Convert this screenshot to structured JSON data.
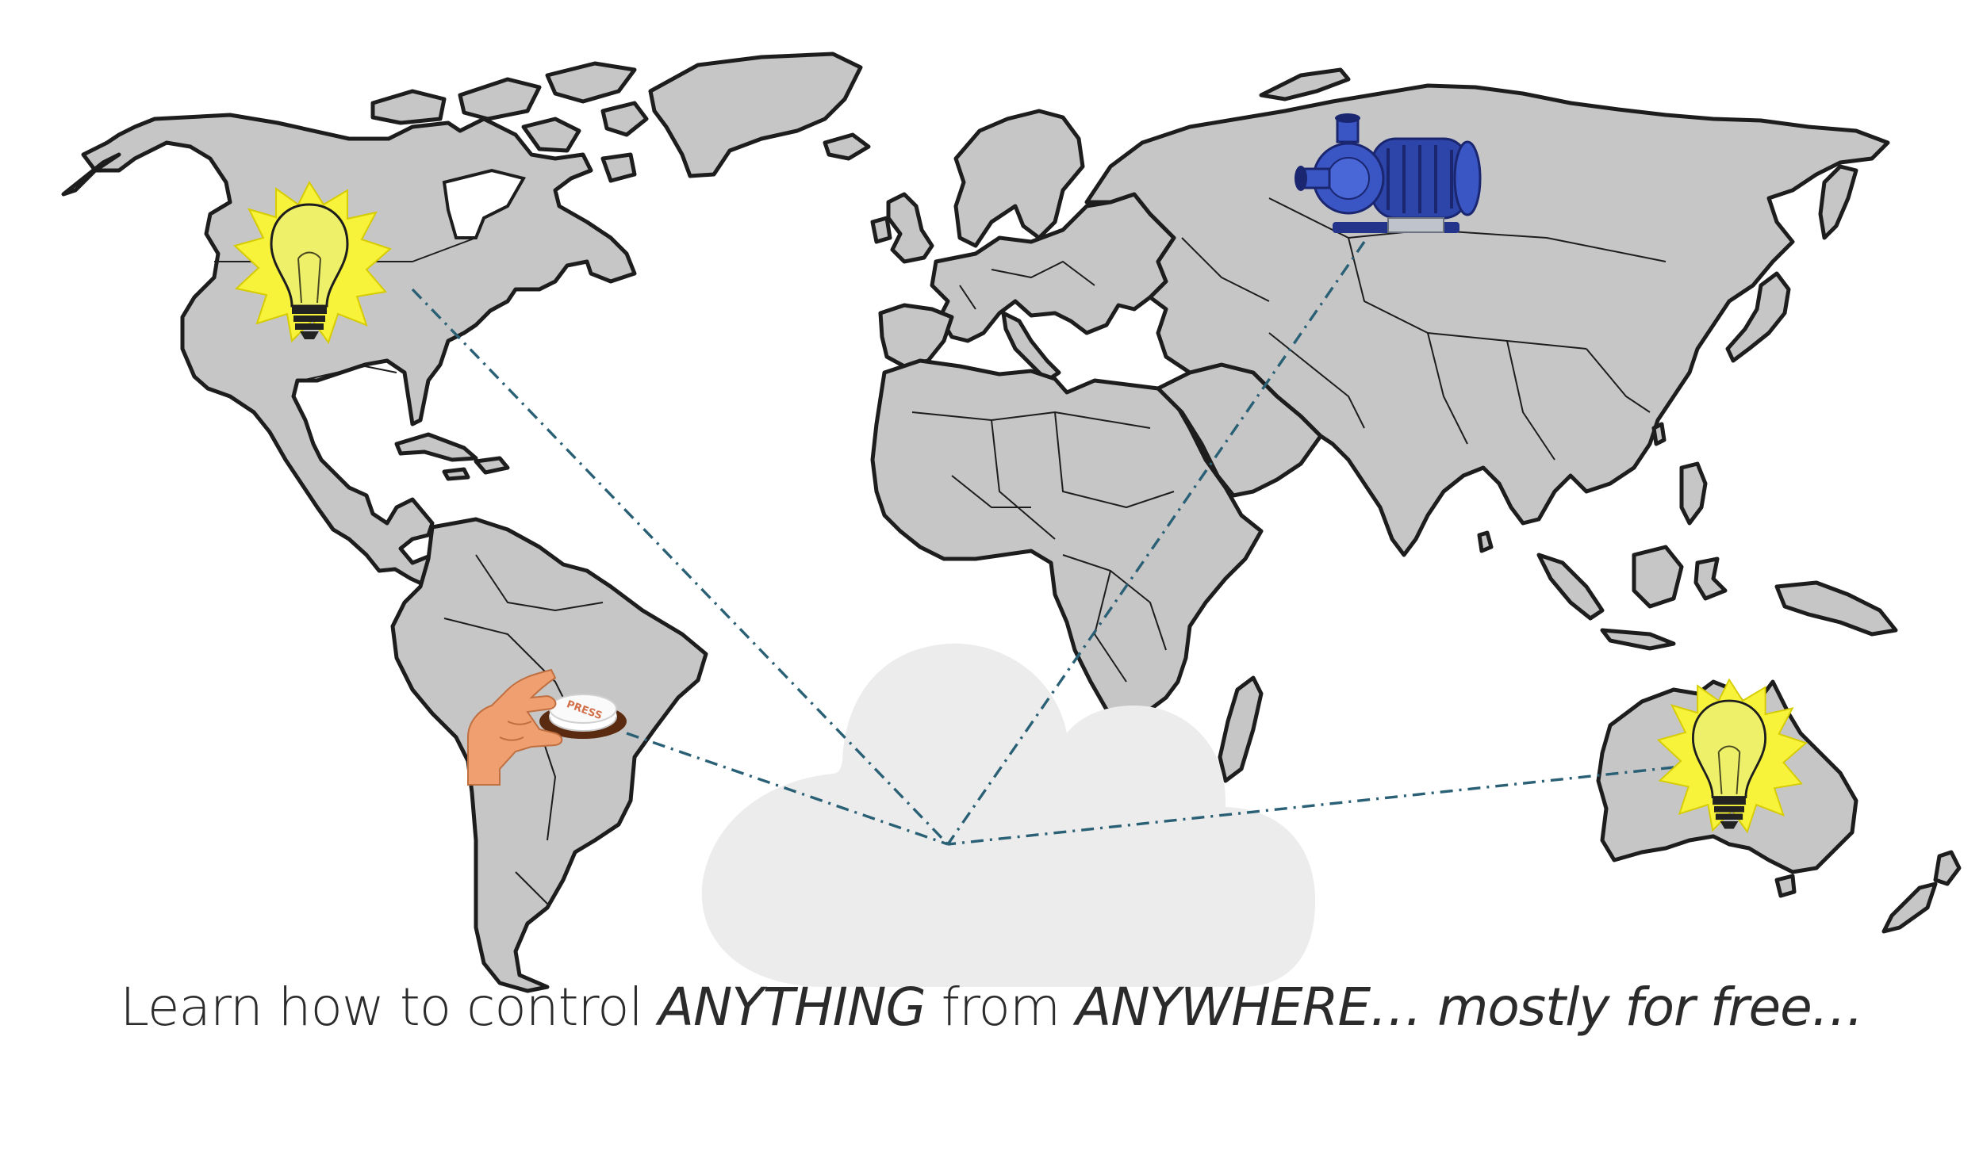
{
  "caption": {
    "part1": "Learn how to control ",
    "part2": "ANYTHING",
    "part3": "from ",
    "part4": "ANYWHERE… mostly for free…"
  },
  "devices": {
    "button_label": "PRESS"
  },
  "icons": {
    "north_america_bulb": "light-bulb-icon",
    "australia_bulb": "light-bulb-icon",
    "russia_pump": "water-pump-icon",
    "south_america_button": "hand-press-button-icon",
    "cloud": "cloud-icon"
  },
  "colors": {
    "land": "#c6c6c6",
    "outline": "#1d1d1d",
    "cloud": "#ececec",
    "link": "#2a6075",
    "bulb_glow": "#f5f200",
    "pump": "#2a3f9e",
    "button": "#d2704a"
  }
}
